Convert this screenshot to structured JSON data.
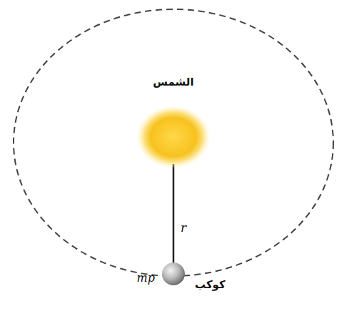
{
  "diagram": {
    "nodes": [
      {
        "text": [
          "الشمس"
        ]
      },
      {
        "text": [
          "كوكب",
          "mp"
        ]
      }
    ],
    "edges": [
      {
        "from": 0,
        "to": 1,
        "arrow": "none",
        "label": "r"
      }
    ]
  }
}
